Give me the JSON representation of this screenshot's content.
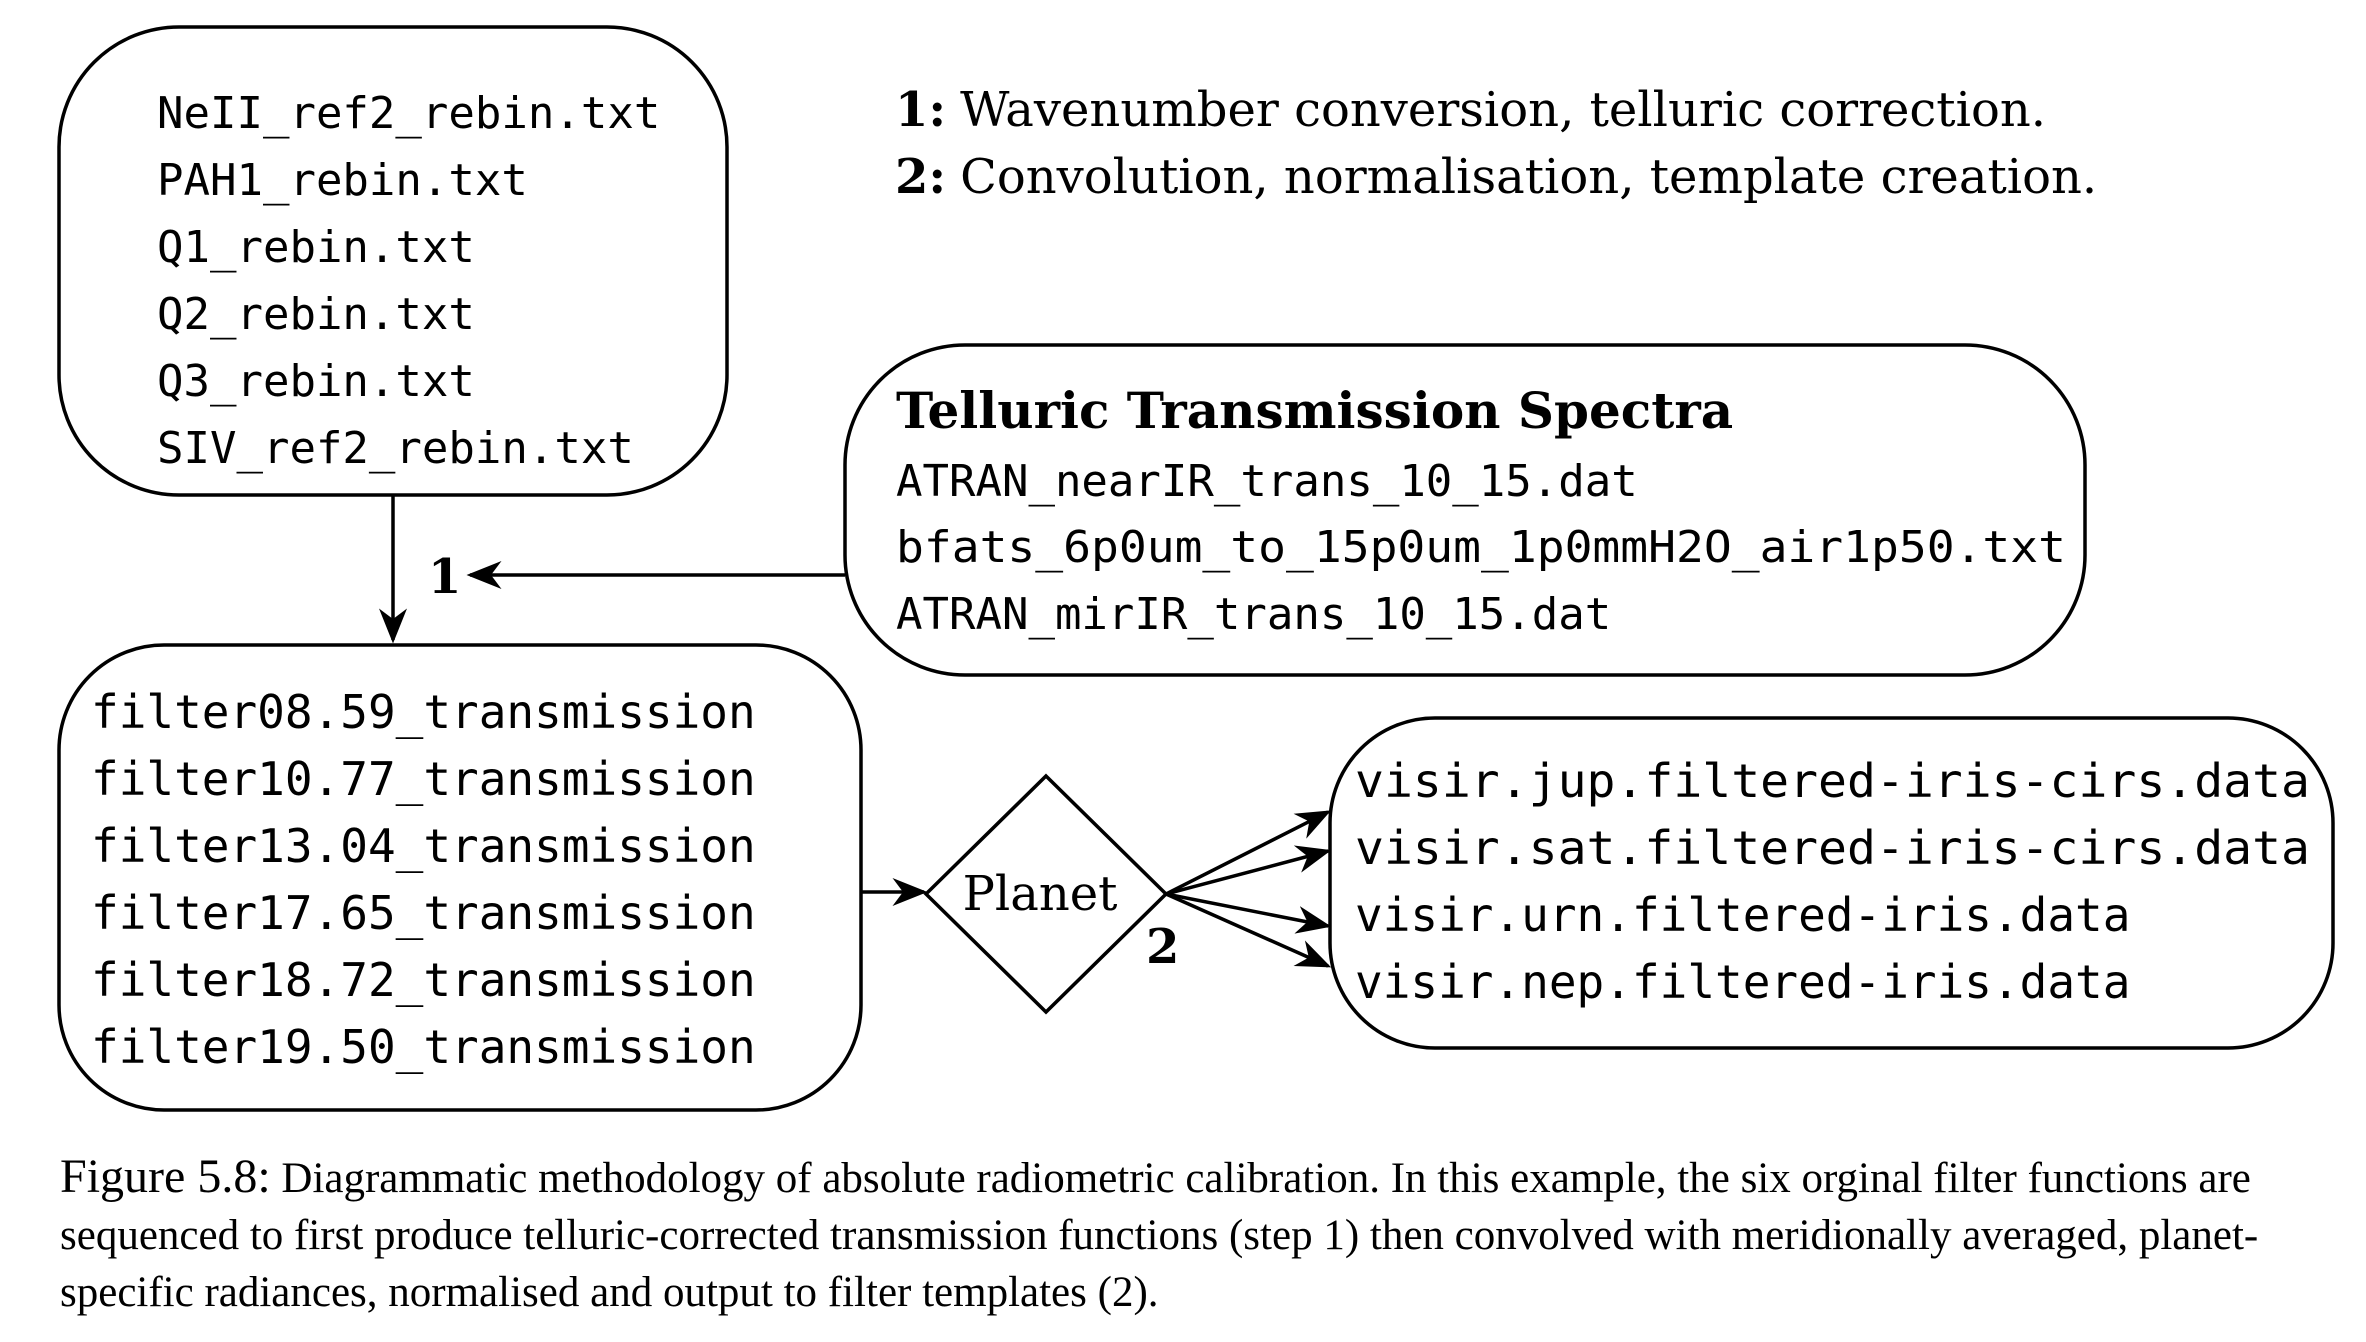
{
  "legend": {
    "items": [
      {
        "key": "1:",
        "text": "Wavenumber conversion, telluric correction."
      },
      {
        "key": "2:",
        "text": "Convolution, normalisation, template creation."
      }
    ]
  },
  "input_filters": {
    "files": [
      "NeII_ref2_rebin.txt",
      "PAH1_rebin.txt",
      "Q1_rebin.txt",
      "Q2_rebin.txt",
      "Q3_rebin.txt",
      "SIV_ref2_rebin.txt"
    ]
  },
  "telluric": {
    "title": "Telluric Transmission Spectra",
    "files": [
      "ATRAN_nearIR_trans_10_15.dat",
      "bfats_6p0um_to_15p0um_1p0mmH2O_air1p50.txt",
      "ATRAN_mirIR_trans_10_15.dat"
    ]
  },
  "transmission": {
    "files": [
      "filter08.59_transmission",
      "filter10.77_transmission",
      "filter13.04_transmission",
      "filter17.65_transmission",
      "filter18.72_transmission",
      "filter19.50_transmission"
    ]
  },
  "planet": {
    "label": "Planet"
  },
  "outputs": {
    "files": [
      "visir.jup.filtered-iris-cirs.data",
      "visir.sat.filtered-iris-cirs.data",
      "visir.urn.filtered-iris.data",
      "visir.nep.filtered-iris.data"
    ]
  },
  "steps": {
    "step1": "1",
    "step2": "2"
  },
  "caption": {
    "label": "Figure 5.8:",
    "text": "Diagrammatic methodology of absolute radiometric calibration. In this example, the six orginal filter functions are sequenced to first produce telluric-corrected transmission functions (step 1) then convolved with meridionally averaged, planet-specific radiances, normalised and output to filter templates (2)."
  }
}
